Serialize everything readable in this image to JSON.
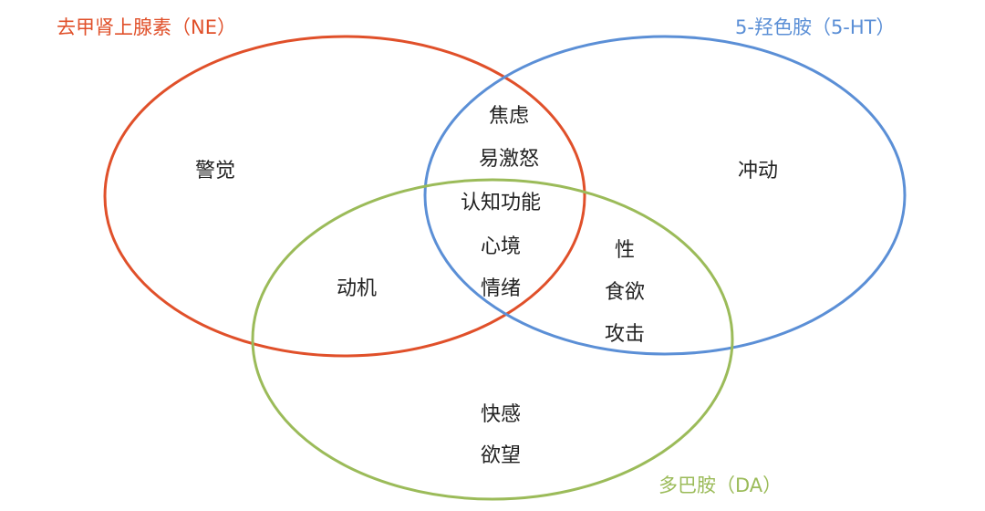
{
  "colors": {
    "ne": "#e0502a",
    "ht": "#5b8fd6",
    "da": "#9bbb59"
  },
  "sets": {
    "ne": "去甲肾上腺素（NE）",
    "ht": "5-羟色胺（5-HT）",
    "da": "多巴胺（DA）"
  },
  "regions": {
    "ne_only": [
      "警觉"
    ],
    "ht_only": [
      "冲动"
    ],
    "ne_ht": [
      "焦虑",
      "易激怒"
    ],
    "all": [
      "认知功能",
      "心境",
      "情绪"
    ],
    "ne_da": [
      "动机"
    ],
    "ht_da": [
      "性",
      "食欲",
      "攻击"
    ],
    "da_only": [
      "快感",
      "欲望"
    ]
  }
}
